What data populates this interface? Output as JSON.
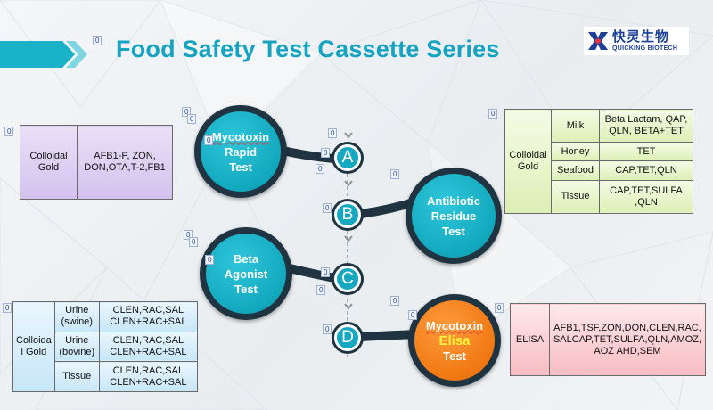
{
  "title": "Food Safety Test Cassette Series",
  "logo": {
    "cn": "快灵生物",
    "en": "QUICKING BIOTECH"
  },
  "selection_marker": "0",
  "branches": {
    "a": {
      "letter": "A",
      "line1": "Mycotoxin",
      "line2": "Rapid",
      "line3": "Test"
    },
    "b": {
      "letter": "B",
      "line1": "Antibiotic",
      "line2": "Residue",
      "line3": "Test"
    },
    "c": {
      "letter": "C",
      "line1": "Beta",
      "line2": "Agonist",
      "line3": "Test"
    },
    "d": {
      "letter": "D",
      "line1": "Mycotoxin",
      "line2": "Elisa",
      "line3": "Test"
    }
  },
  "table_mycotoxin_rapid": {
    "method": "Colloidal Gold",
    "items": "AFB1-P, ZON, DON,OTA,T-2,FB1"
  },
  "table_antibiotic": {
    "method": "Colloidal Gold",
    "rows": [
      {
        "sample": "Milk",
        "items": "Beta Lactam, QAP, QLN, BETA+TET"
      },
      {
        "sample": "Honey",
        "items": "TET"
      },
      {
        "sample": "Seafood",
        "items": "CAP,TET,QLN"
      },
      {
        "sample": "Tissue",
        "items": "CAP,TET,SULFA ,QLN"
      }
    ]
  },
  "table_beta_agonist": {
    "method": "Colloida l Gold",
    "rows": [
      {
        "sample": "Urine (swine)",
        "items": "CLEN,RAC,SAL CLEN+RAC+SAL"
      },
      {
        "sample": "Urine (bovine)",
        "items": "CLEN,RAC,SAL CLEN+RAC+SAL"
      },
      {
        "sample": "Tissue",
        "items": "CLEN,RAC,SAL CLEN+RAC+SAL"
      }
    ]
  },
  "table_elisa": {
    "method": "ELISA",
    "items": "AFB1,TSF,ZON,DON,CLEN,RAC, SALCAP,TET,SULFA,QLN,AMOZ, AOZ AHD,SEM"
  },
  "colors": {
    "title": "#16a3c2",
    "teal": "#16a8c0",
    "orange": "#f07812",
    "dark_ring": "#1f3440",
    "elisa_text": "#fff23a"
  }
}
